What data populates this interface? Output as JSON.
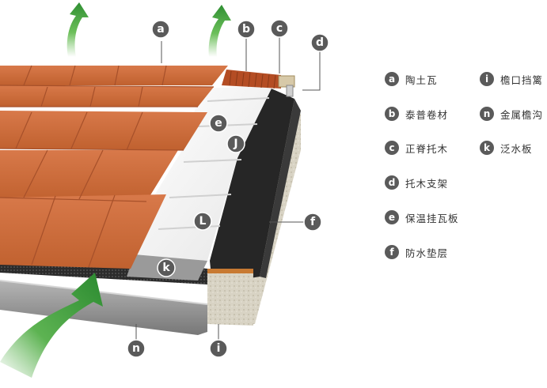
{
  "markers": {
    "a": "a",
    "b": "b",
    "c": "c",
    "d": "d",
    "e": "e",
    "f": "f",
    "i": "i",
    "j": "J",
    "l": "L",
    "k": "k",
    "n": "n"
  },
  "legend": [
    {
      "key": "a",
      "label": "陶土瓦"
    },
    {
      "key": "b",
      "label": "泰普卷材"
    },
    {
      "key": "c",
      "label": "正脊托木"
    },
    {
      "key": "d",
      "label": "托木支架"
    },
    {
      "key": "e",
      "label": "保温挂瓦板"
    },
    {
      "key": "f",
      "label": "防水垫层"
    },
    {
      "key": "i",
      "label": "檐口挡篱"
    },
    {
      "key": "n",
      "label": "金属檐沟"
    },
    {
      "key": "k",
      "label": "泛水板"
    }
  ],
  "colors": {
    "tile": "#c86a3a",
    "tile_dark": "#9c4a22",
    "insulation": "#f2f2f2",
    "membrane": "#262626",
    "wood": "#d9d4c6",
    "gutter": "#8f8f8f",
    "arrow": "#3c9a3a",
    "marker": "#5a5a5a"
  }
}
